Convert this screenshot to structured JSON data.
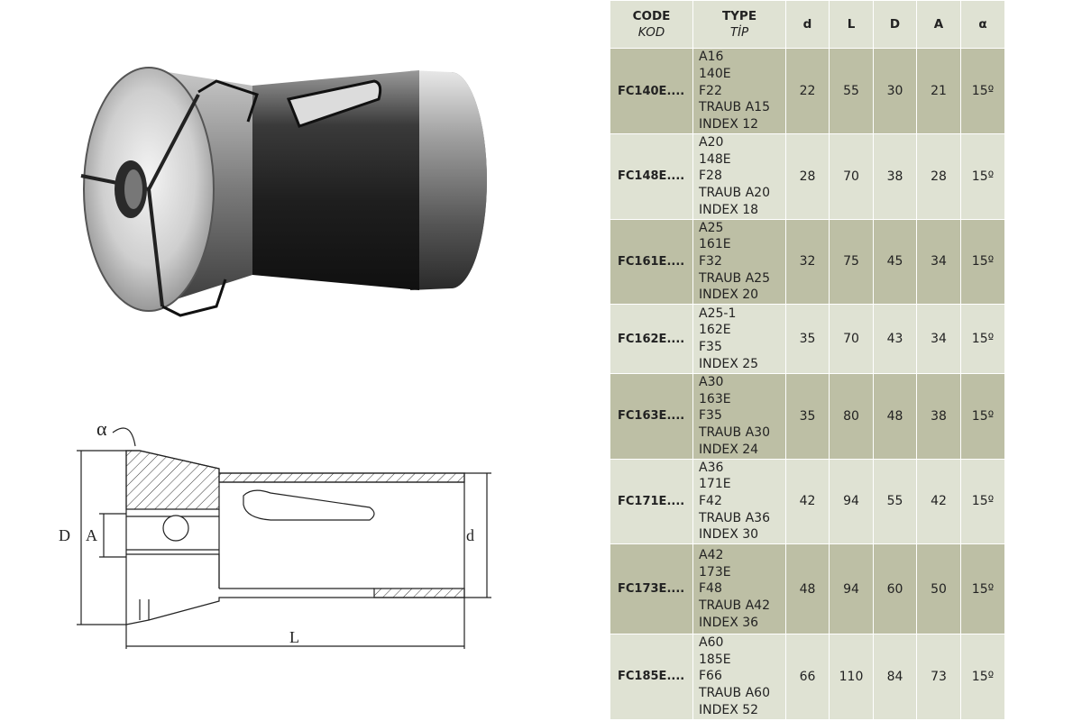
{
  "drawing": {
    "label_alpha": "α",
    "label_D": "D",
    "label_A": "A",
    "label_d": "d",
    "label_L": "L"
  },
  "table": {
    "headers": {
      "code": "CODE",
      "code_sub": "KOD",
      "type": "TYPE",
      "type_sub": "TİP",
      "d": "d",
      "L": "L",
      "D": "D",
      "A": "A",
      "alpha": "α"
    },
    "rows": [
      {
        "code": "FC140E....",
        "types": [
          "A16",
          "140E",
          "F22",
          "TRAUB A15",
          "INDEX 12"
        ],
        "d": "22",
        "L": "55",
        "D": "30",
        "A": "21",
        "alpha": "15º"
      },
      {
        "code": "FC148E....",
        "types": [
          "A20",
          "148E",
          "F28",
          "TRAUB A20",
          "INDEX 18"
        ],
        "d": "28",
        "L": "70",
        "D": "38",
        "A": "28",
        "alpha": "15º"
      },
      {
        "code": "FC161E....",
        "types": [
          "A25",
          "161E",
          "F32",
          "TRAUB A25",
          "INDEX 20"
        ],
        "d": "32",
        "L": "75",
        "D": "45",
        "A": "34",
        "alpha": "15º"
      },
      {
        "code": "FC162E....",
        "types": [
          "A25-1",
          "162E",
          "F35",
          "INDEX 25"
        ],
        "d": "35",
        "L": "70",
        "D": "43",
        "A": "34",
        "alpha": "15º"
      },
      {
        "code": "FC163E....",
        "types": [
          "A30",
          "163E",
          "F35",
          "TRAUB A30",
          "INDEX 24"
        ],
        "d": "35",
        "L": "80",
        "D": "48",
        "A": "38",
        "alpha": "15º"
      },
      {
        "code": "FC171E....",
        "types": [
          "A36",
          "171E",
          "F42",
          "TRAUB A36",
          "INDEX 30"
        ],
        "d": "42",
        "L": "94",
        "D": "55",
        "A": "42",
        "alpha": "15º"
      },
      {
        "code": "FC173E....",
        "types": [
          "A42",
          "173E",
          "F48",
          "TRAUB A42",
          "INDEX 36"
        ],
        "d": "48",
        "L": "94",
        "D": "60",
        "A": "50",
        "alpha": "15º"
      },
      {
        "code": "FC185E....",
        "types": [
          "A60",
          "185E",
          "F66",
          "TRAUB A60",
          "INDEX 52"
        ],
        "d": "66",
        "L": "110",
        "D": "84",
        "A": "73",
        "alpha": "15º"
      }
    ]
  }
}
